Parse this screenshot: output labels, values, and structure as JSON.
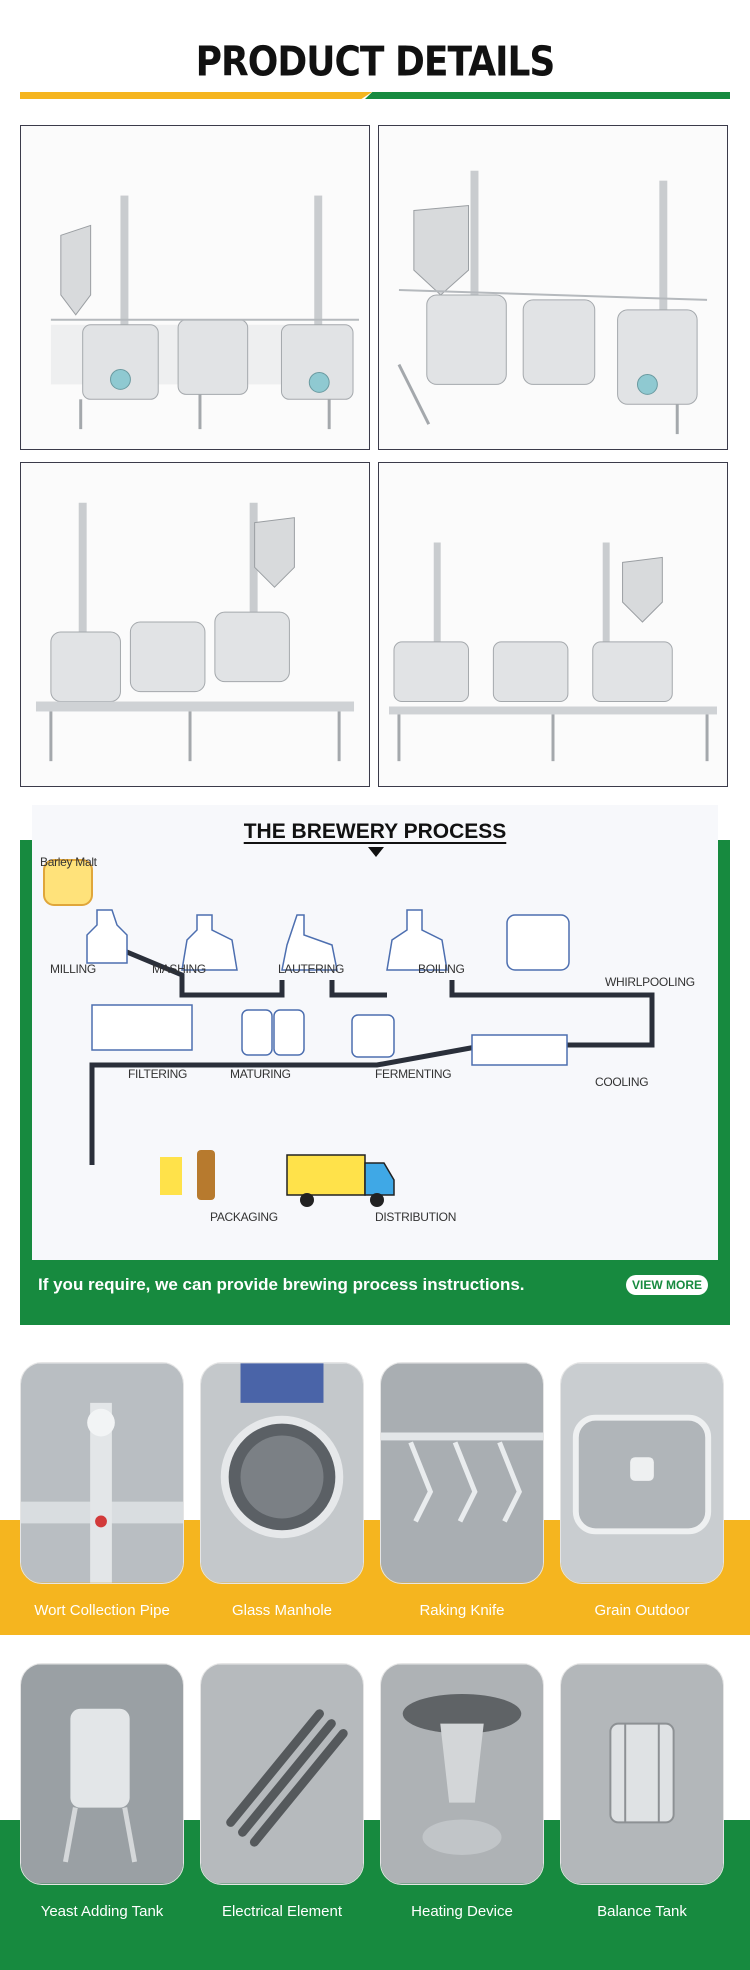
{
  "header": {
    "title": "PRODUCT DETAILS"
  },
  "process": {
    "title": "THE BREWERY PROCESS",
    "steps": {
      "barley_malt": "Barley Malt",
      "milling": "MILLING",
      "mashing": "MASHING",
      "lautering": "LAUTERING",
      "boiling": "BOILING",
      "whirlpooling": "WHIRLPOOLING",
      "filtering": "FILTERING",
      "maturing": "MATURING",
      "fermenting": "FERMENTING",
      "cooling": "COOLING",
      "packaging": "PACKAGING",
      "distribution": "DISTRIBUTION"
    },
    "note": "If you require, we can provide brewing process instructions.",
    "view_more": "VIEW MORE"
  },
  "features": {
    "row1": [
      "Wort Collection Pipe",
      "Glass Manhole",
      "Raking Knife",
      "Grain Outdoor"
    ],
    "row2": [
      "Yeast Adding Tank",
      "Electrical Element",
      "Heating Device",
      "Balance Tank"
    ]
  },
  "colors": {
    "brand_green": "#178a3f",
    "brand_yellow": "#f5b51f"
  }
}
